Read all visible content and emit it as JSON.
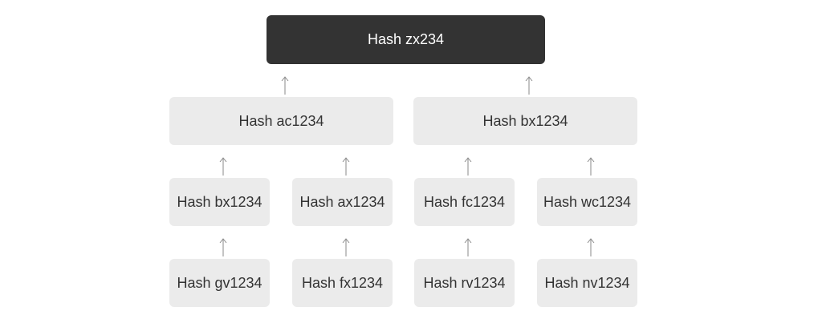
{
  "diagram": {
    "root": {
      "label": "Hash zx234"
    },
    "level1": [
      {
        "label": "Hash ac1234"
      },
      {
        "label": "Hash bx1234"
      }
    ],
    "level2": [
      {
        "label": "Hash bx1234"
      },
      {
        "label": "Hash ax1234"
      },
      {
        "label": "Hash fc1234"
      },
      {
        "label": "Hash wc1234"
      }
    ],
    "level3": [
      {
        "label": "Hash gv1234"
      },
      {
        "label": "Hash fx1234"
      },
      {
        "label": "Hash rv1234"
      },
      {
        "label": "Hash nv1234"
      }
    ]
  },
  "colors": {
    "root_fill": "#333333",
    "node_fill": "#ebebeb",
    "arrow": "#8a8a8a"
  }
}
